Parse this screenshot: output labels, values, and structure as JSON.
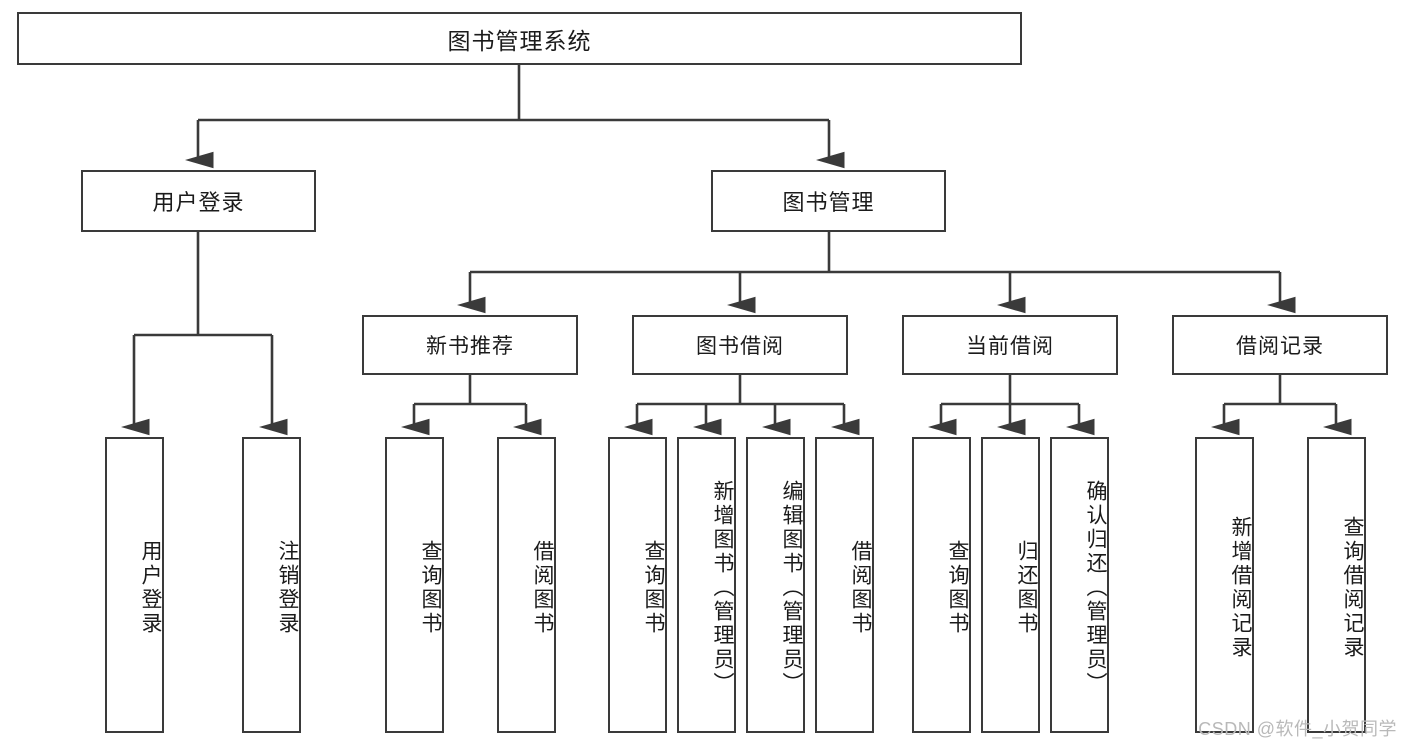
{
  "diagram": {
    "type": "tree",
    "title": "图书管理系统",
    "root": {
      "label": "图书管理系统",
      "level": 0
    },
    "level2": [
      {
        "label": "用户登录"
      },
      {
        "label": "图书管理"
      }
    ],
    "level3": [
      {
        "label": "新书推荐"
      },
      {
        "label": "图书借阅"
      },
      {
        "label": "当前借阅"
      },
      {
        "label": "借阅记录"
      }
    ],
    "leaves": {
      "user_login": [
        {
          "label": "用户登录"
        },
        {
          "label": "注销登录"
        }
      ],
      "new_book_recommend": [
        {
          "label": "查询图书"
        },
        {
          "label": "借阅图书"
        }
      ],
      "book_borrow": [
        {
          "label": "查询图书"
        },
        {
          "label": "新增图书（管理员）"
        },
        {
          "label": "编辑图书（管理员）"
        },
        {
          "label": "借阅图书"
        }
      ],
      "current_borrow": [
        {
          "label": "查询图书"
        },
        {
          "label": "归还图书"
        },
        {
          "label": "确认归还（管理员）"
        }
      ],
      "borrow_record": [
        {
          "label": "新增借阅记录"
        },
        {
          "label": "查询借阅记录"
        }
      ]
    },
    "colors": {
      "stroke": "#3a3a3a",
      "text": "#1b1b1b",
      "background": "#ffffff",
      "watermark": "#b9b9b9"
    }
  },
  "watermark": {
    "text": "CSDN @软件_小贺同学"
  }
}
